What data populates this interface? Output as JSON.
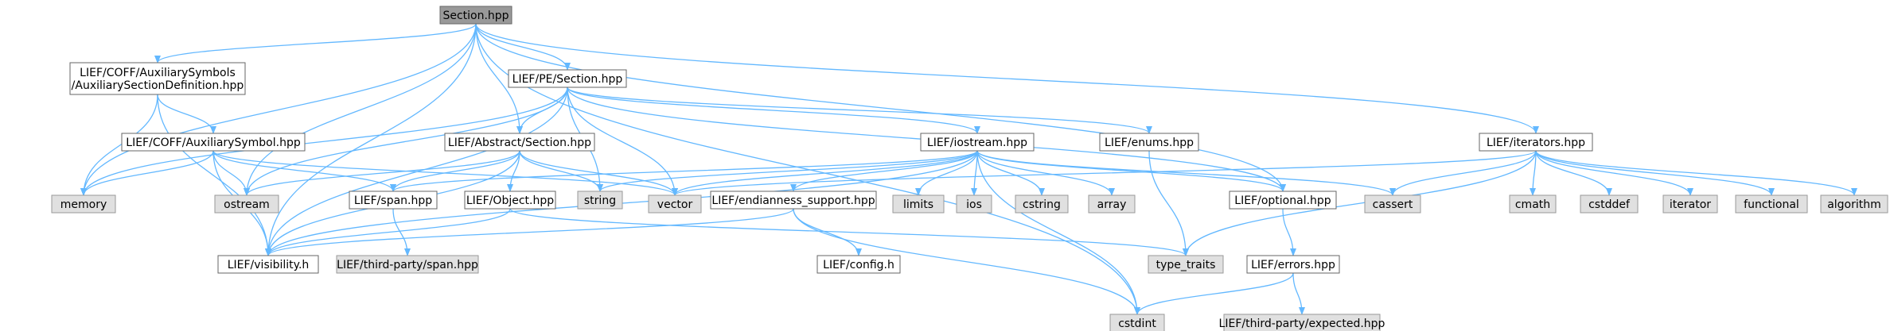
{
  "graph": {
    "nodes": [
      {
        "id": "section_hpp",
        "lines": [
          "Section.hpp"
        ],
        "kind": "root"
      },
      {
        "id": "coff_aux_section_def",
        "lines": [
          "LIEF/COFF/AuxiliarySymbols",
          "/AuxiliarySectionDefinition.hpp"
        ],
        "kind": "local"
      },
      {
        "id": "pe_section",
        "lines": [
          "LIEF/PE/Section.hpp"
        ],
        "kind": "local"
      },
      {
        "id": "iterators",
        "lines": [
          "LIEF/iterators.hpp"
        ],
        "kind": "local"
      },
      {
        "id": "coff_aux_symbol",
        "lines": [
          "LIEF/COFF/AuxiliarySymbol.hpp"
        ],
        "kind": "local"
      },
      {
        "id": "abstract_section",
        "lines": [
          "LIEF/Abstract/Section.hpp"
        ],
        "kind": "local"
      },
      {
        "id": "iostream",
        "lines": [
          "LIEF/iostream.hpp"
        ],
        "kind": "local"
      },
      {
        "id": "enums",
        "lines": [
          "LIEF/enums.hpp"
        ],
        "kind": "local"
      },
      {
        "id": "memory",
        "lines": [
          "memory"
        ],
        "kind": "system"
      },
      {
        "id": "ostream",
        "lines": [
          "ostream"
        ],
        "kind": "system"
      },
      {
        "id": "span",
        "lines": [
          "LIEF/span.hpp"
        ],
        "kind": "local"
      },
      {
        "id": "object",
        "lines": [
          "LIEF/Object.hpp"
        ],
        "kind": "local"
      },
      {
        "id": "string",
        "lines": [
          "string"
        ],
        "kind": "system"
      },
      {
        "id": "vector",
        "lines": [
          "vector"
        ],
        "kind": "system"
      },
      {
        "id": "endianness",
        "lines": [
          "LIEF/endianness_support.hpp"
        ],
        "kind": "local"
      },
      {
        "id": "limits",
        "lines": [
          "limits"
        ],
        "kind": "system"
      },
      {
        "id": "ios",
        "lines": [
          "ios"
        ],
        "kind": "system"
      },
      {
        "id": "cstring",
        "lines": [
          "cstring"
        ],
        "kind": "system"
      },
      {
        "id": "array",
        "lines": [
          "array"
        ],
        "kind": "system"
      },
      {
        "id": "optional",
        "lines": [
          "LIEF/optional.hpp"
        ],
        "kind": "local"
      },
      {
        "id": "cassert",
        "lines": [
          "cassert"
        ],
        "kind": "system"
      },
      {
        "id": "cmath",
        "lines": [
          "cmath"
        ],
        "kind": "system"
      },
      {
        "id": "cstddef",
        "lines": [
          "cstddef"
        ],
        "kind": "system"
      },
      {
        "id": "iterator",
        "lines": [
          "iterator"
        ],
        "kind": "system"
      },
      {
        "id": "functional",
        "lines": [
          "functional"
        ],
        "kind": "system"
      },
      {
        "id": "algorithm",
        "lines": [
          "algorithm"
        ],
        "kind": "system"
      },
      {
        "id": "visibility",
        "lines": [
          "LIEF/visibility.h"
        ],
        "kind": "local"
      },
      {
        "id": "third_party_span",
        "lines": [
          "LIEF/third-party/span.hpp"
        ],
        "kind": "system"
      },
      {
        "id": "config",
        "lines": [
          "LIEF/config.h"
        ],
        "kind": "local"
      },
      {
        "id": "type_traits",
        "lines": [
          "type_traits"
        ],
        "kind": "system"
      },
      {
        "id": "errors",
        "lines": [
          "LIEF/errors.hpp"
        ],
        "kind": "local"
      },
      {
        "id": "cstdint",
        "lines": [
          "cstdint"
        ],
        "kind": "system"
      },
      {
        "id": "expected",
        "lines": [
          "LIEF/third-party/expected.hpp"
        ],
        "kind": "system"
      }
    ],
    "edges": [
      [
        "section_hpp",
        "coff_aux_section_def"
      ],
      [
        "section_hpp",
        "pe_section"
      ],
      [
        "section_hpp",
        "iterators"
      ],
      [
        "section_hpp",
        "abstract_section"
      ],
      [
        "section_hpp",
        "memory"
      ],
      [
        "section_hpp",
        "ostream"
      ],
      [
        "section_hpp",
        "visibility"
      ],
      [
        "section_hpp",
        "optional"
      ],
      [
        "section_hpp",
        "cstdint"
      ],
      [
        "coff_aux_section_def",
        "coff_aux_symbol"
      ],
      [
        "coff_aux_section_def",
        "memory"
      ],
      [
        "coff_aux_section_def",
        "visibility"
      ],
      [
        "coff_aux_symbol",
        "memory"
      ],
      [
        "coff_aux_symbol",
        "ostream"
      ],
      [
        "coff_aux_symbol",
        "span"
      ],
      [
        "coff_aux_symbol",
        "visibility"
      ],
      [
        "coff_aux_symbol",
        "vector"
      ],
      [
        "pe_section",
        "abstract_section"
      ],
      [
        "pe_section",
        "iostream"
      ],
      [
        "pe_section",
        "enums"
      ],
      [
        "pe_section",
        "memory"
      ],
      [
        "pe_section",
        "ostream"
      ],
      [
        "pe_section",
        "visibility"
      ],
      [
        "pe_section",
        "string"
      ],
      [
        "pe_section",
        "vector"
      ],
      [
        "pe_section",
        "optional"
      ],
      [
        "abstract_section",
        "ostream"
      ],
      [
        "abstract_section",
        "span"
      ],
      [
        "abstract_section",
        "object"
      ],
      [
        "abstract_section",
        "string"
      ],
      [
        "abstract_section",
        "vector"
      ],
      [
        "abstract_section",
        "visibility"
      ],
      [
        "iostream",
        "span"
      ],
      [
        "iostream",
        "string"
      ],
      [
        "iostream",
        "vector"
      ],
      [
        "iostream",
        "endianness"
      ],
      [
        "iostream",
        "limits"
      ],
      [
        "iostream",
        "ios"
      ],
      [
        "iostream",
        "cstring"
      ],
      [
        "iostream",
        "array"
      ],
      [
        "iostream",
        "optional"
      ],
      [
        "iostream",
        "cassert"
      ],
      [
        "iostream",
        "cstdint"
      ],
      [
        "iostream",
        "visibility"
      ],
      [
        "enums",
        "type_traits"
      ],
      [
        "iterators",
        "vector"
      ],
      [
        "iterators",
        "cassert"
      ],
      [
        "iterators",
        "cmath"
      ],
      [
        "iterators",
        "cstddef"
      ],
      [
        "iterators",
        "iterator"
      ],
      [
        "iterators",
        "functional"
      ],
      [
        "iterators",
        "algorithm"
      ],
      [
        "iterators",
        "type_traits"
      ],
      [
        "span",
        "third_party_span"
      ],
      [
        "object",
        "visibility"
      ],
      [
        "object",
        "type_traits"
      ],
      [
        "endianness",
        "config"
      ],
      [
        "endianness",
        "cstdint"
      ],
      [
        "endianness",
        "visibility"
      ],
      [
        "optional",
        "errors"
      ],
      [
        "errors",
        "cstdint"
      ],
      [
        "errors",
        "expected"
      ]
    ]
  }
}
